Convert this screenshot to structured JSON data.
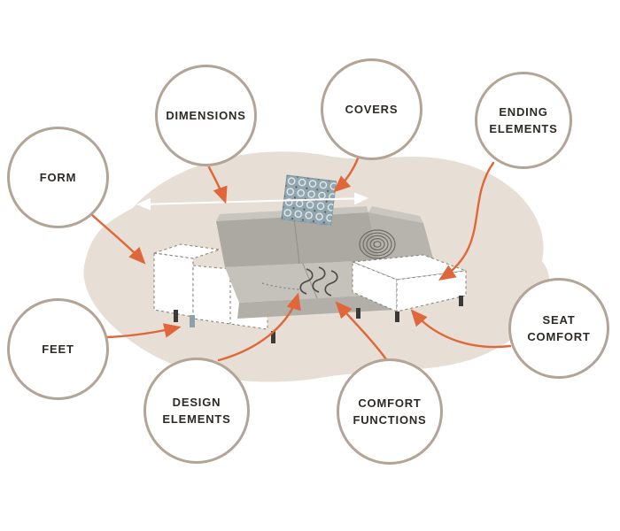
{
  "nodes": {
    "form": {
      "label": "FORM"
    },
    "dimensions": {
      "label": "DIMENSIONS"
    },
    "covers": {
      "label": "COVERS"
    },
    "ending_elements": {
      "label": "ENDING ELEMENTS"
    },
    "feet": {
      "label": "FEET"
    },
    "design_elements": {
      "label": "DESIGN ELEMENTS"
    },
    "comfort_functions": {
      "label": "COMFORT FUNCTIONS"
    },
    "seat_comfort": {
      "label": "SEAT COMFORT"
    }
  },
  "colors": {
    "accent_arrow": "#e0673a",
    "circle_border": "#b3a496",
    "blob_background": "#e7dfd5",
    "sofa_gray": "#aca9a3",
    "sofa_gray_light": "#c5c2bc",
    "pillow_blue": "#8ea7b3",
    "text": "#2d2a26",
    "dimension_line": "#ffffff"
  }
}
